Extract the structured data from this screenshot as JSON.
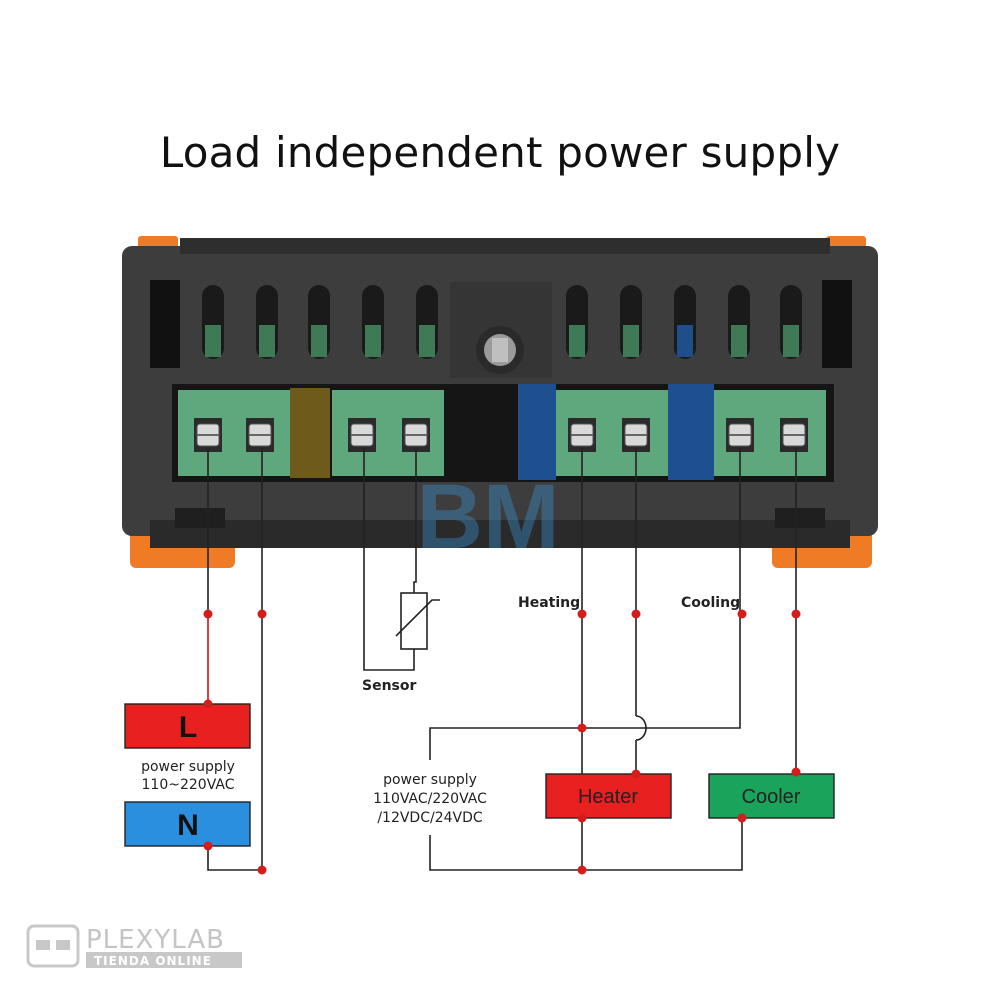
{
  "title": "Load independent power supply",
  "device": {
    "screw_terminals": 8,
    "watermark_logo": "BM"
  },
  "labels": {
    "heating": "Heating",
    "cooling": "Cooling",
    "sensor": "Sensor"
  },
  "mains": {
    "L": "L",
    "N": "N",
    "supply_line1": "power supply",
    "supply_line2": "110~220VAC"
  },
  "load_supply": {
    "line1": "power supply",
    "line2": "110VAC/220VAC",
    "line3": "/12VDC/24VDC"
  },
  "loads": {
    "heater": "Heater",
    "cooler": "Cooler"
  },
  "brand": {
    "name": "PLEXYLAB",
    "tagline": "TIENDA ONLINE"
  },
  "colors": {
    "L_box": "#e8201f",
    "N_box": "#2b8fe0",
    "heater_box": "#e8201f",
    "cooler_box": "#1aa35a",
    "terminal_green": "#5fa77d",
    "housing": "#3a3a3a",
    "clip_orange": "#f07b27",
    "wire": "#222222",
    "live_wire": "#d01010",
    "node": "#d41d1d"
  }
}
